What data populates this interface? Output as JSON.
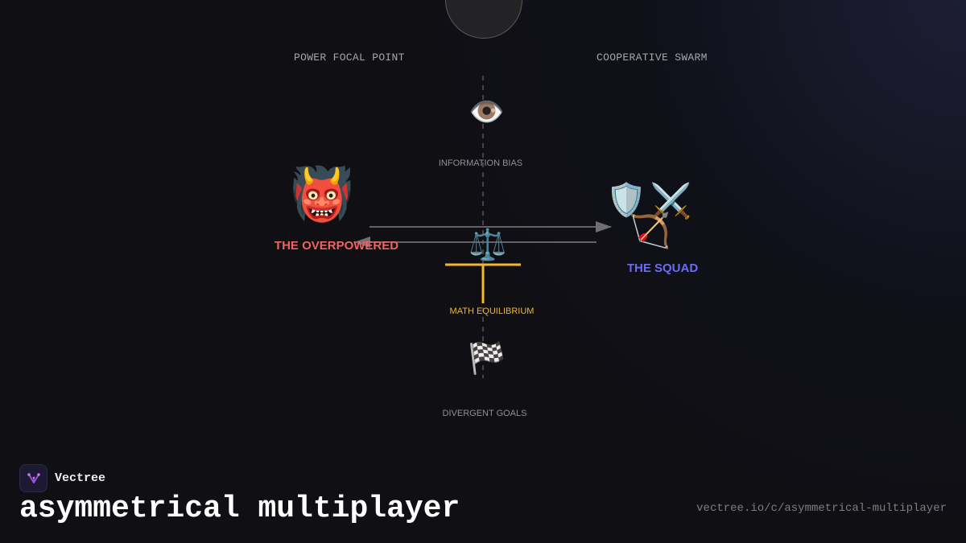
{
  "diagram": {
    "left_heading": "POWER FOCAL POINT",
    "right_heading": "COOPERATIVE SWARM",
    "nodes": {
      "information_bias": {
        "icon": "eye-icon",
        "glyph": "👁️",
        "label": "INFORMATION BIAS"
      },
      "math_equilibrium": {
        "icon": "balance-scale-icon",
        "glyph": "⚖️",
        "label": "MATH EQUILIBRIUM"
      },
      "divergent_goals": {
        "icon": "checkered-flag-icon",
        "glyph": "🏁",
        "label": "DIVERGENT GOALS"
      }
    },
    "overpowered": {
      "icon": "ogre-icon",
      "glyph": "👹",
      "label": "THE OVERPOWERED",
      "color": "#ef6461"
    },
    "squad": {
      "label": "THE SQUAD",
      "color": "#6b6bf5",
      "icons": [
        {
          "name": "shield-icon",
          "glyph": "🛡️"
        },
        {
          "name": "crossed-swords-icon",
          "glyph": "⚔️"
        },
        {
          "name": "bow-and-arrow-icon",
          "glyph": "🏹"
        }
      ]
    },
    "colors": {
      "equilibrium": "#f2b731",
      "arrows": "#6f6f73",
      "axis": "#55555a"
    }
  },
  "footer": {
    "brand_name": "Vectree",
    "title": "asymmetrical multiplayer",
    "url": "vectree.io/c/asymmetrical-multiplayer"
  }
}
